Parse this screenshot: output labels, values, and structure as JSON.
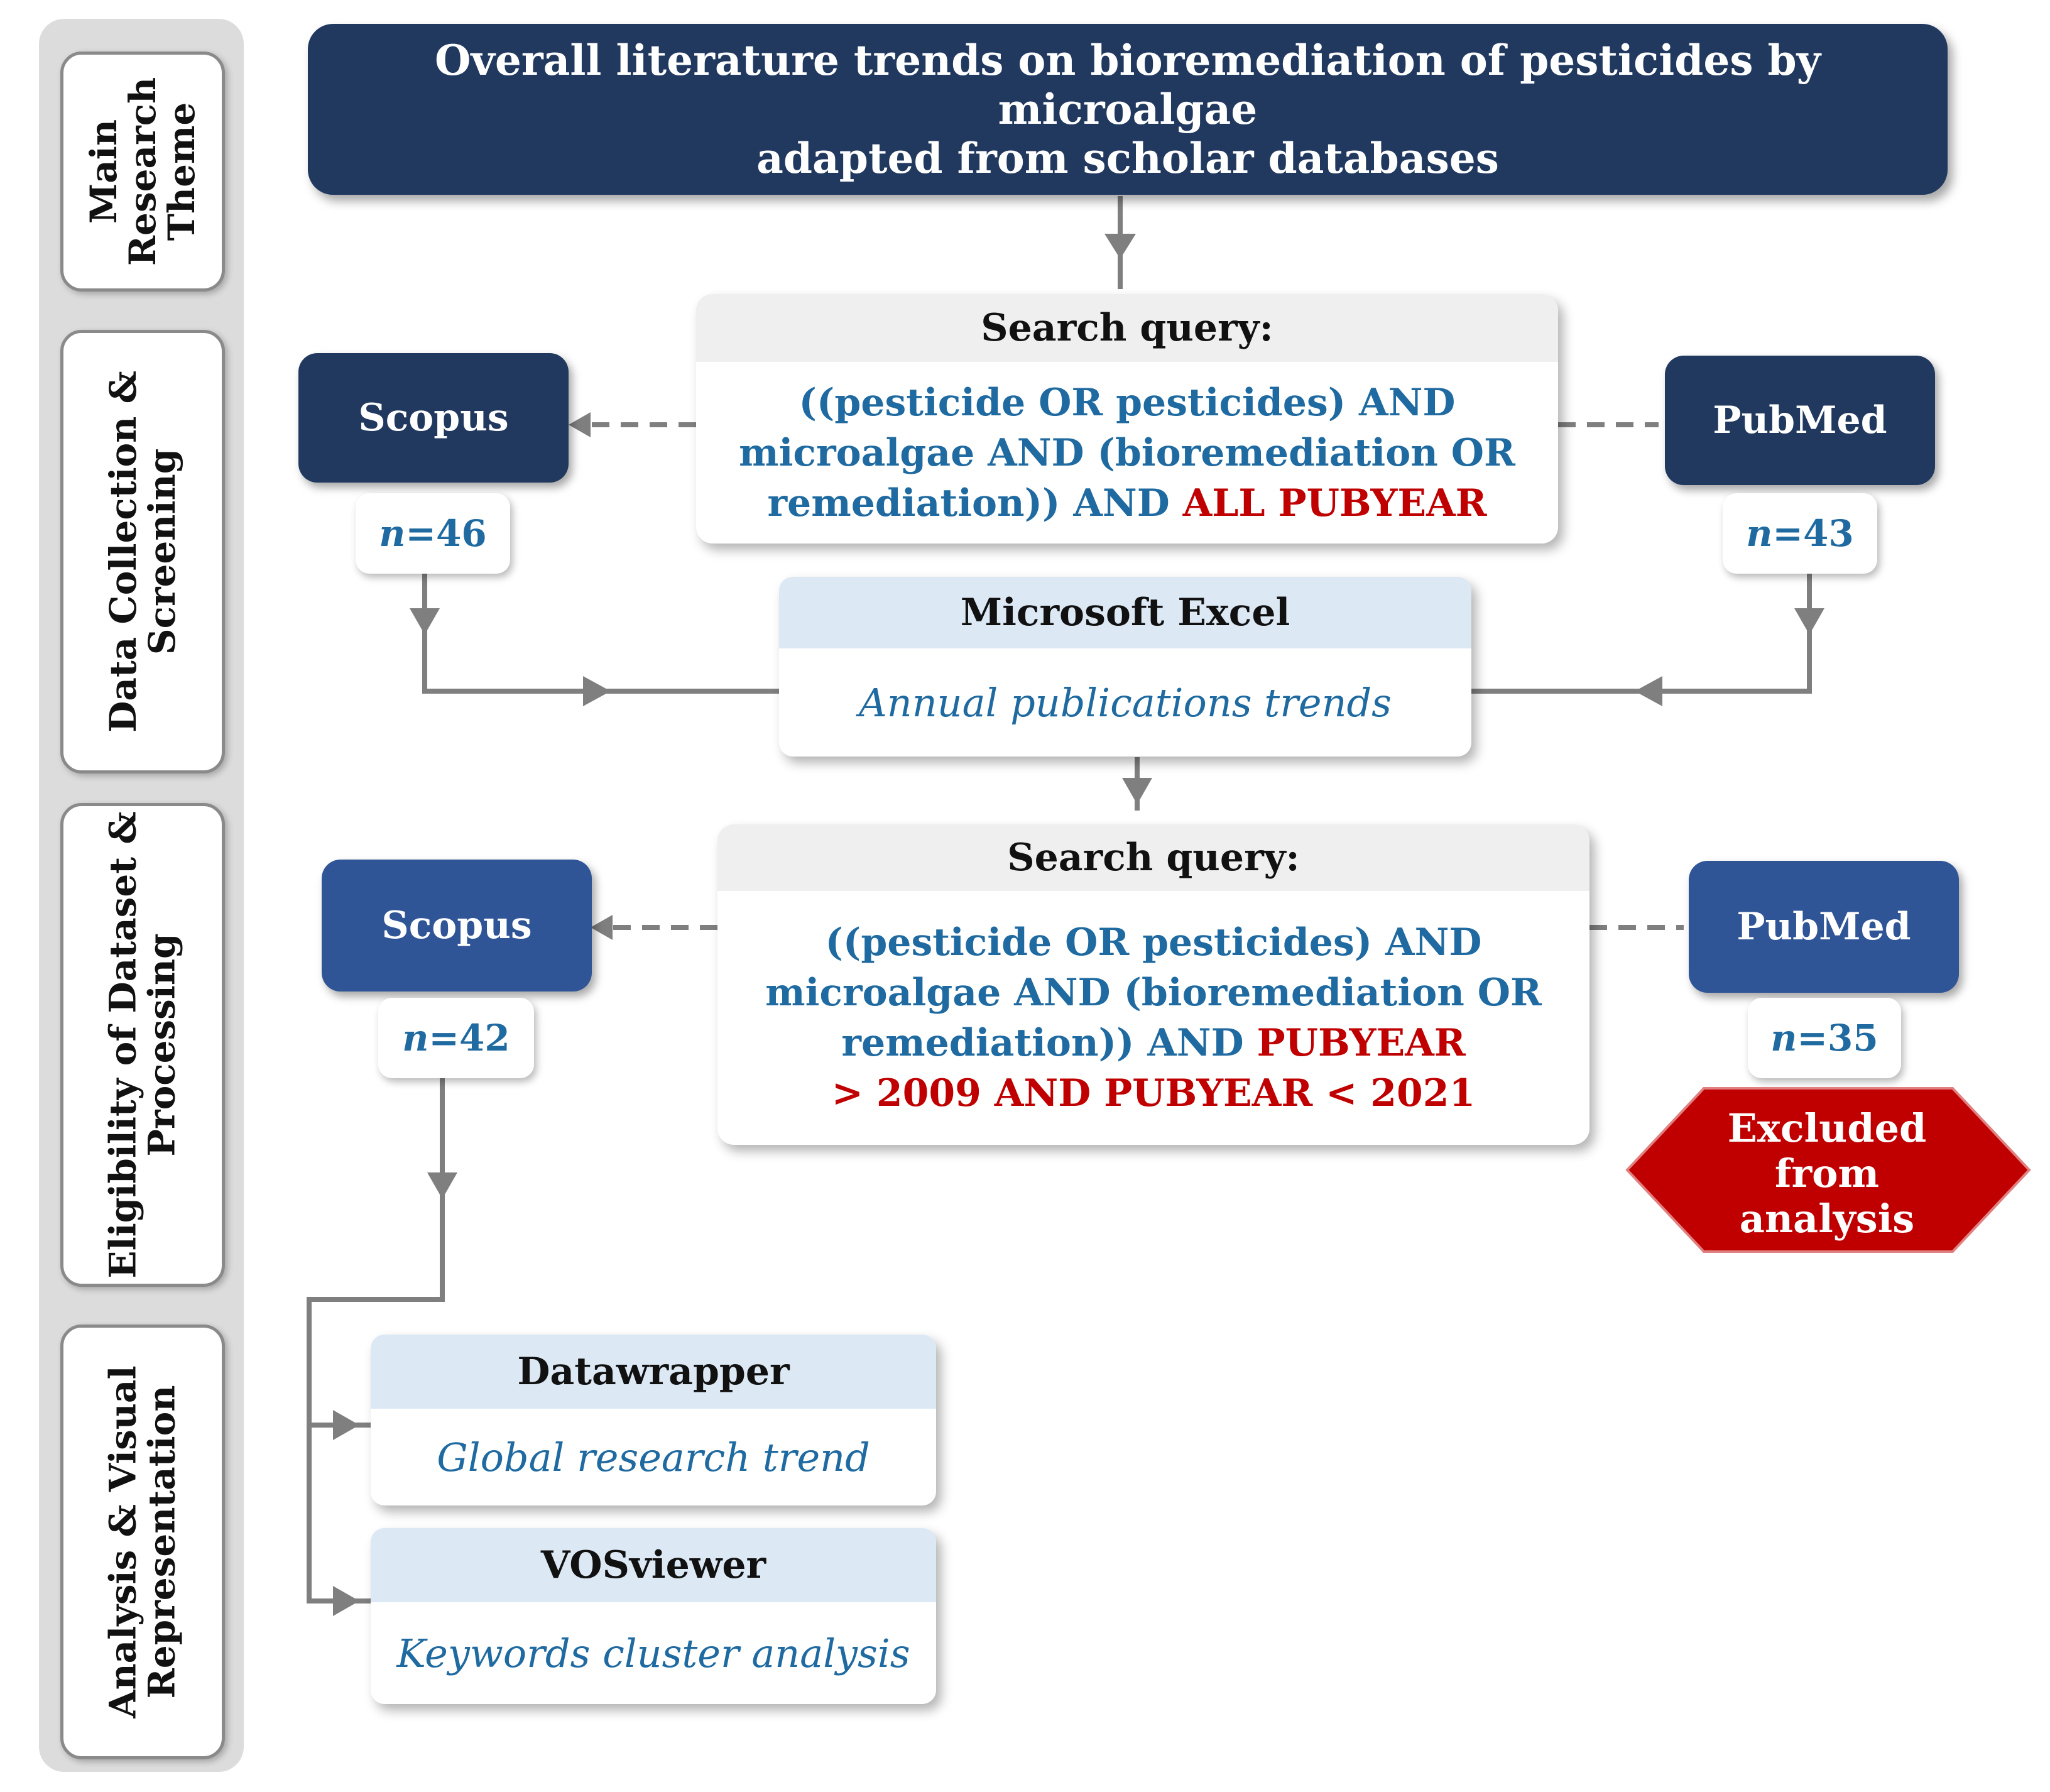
{
  "colors": {
    "dark_navy": "#21395f",
    "mid_blue": "#2f5597",
    "query_blue_text": "#1f6aa0",
    "red_text": "#c00000",
    "excluded_red": "#c00000",
    "connector_gray": "#7f7f7f"
  },
  "stages": [
    {
      "line1": "Main",
      "line2": "Research",
      "line3": "Theme"
    },
    {
      "line1": "Data Collection &",
      "line2": "Screening"
    },
    {
      "line1": "Eligibility of Dataset &",
      "line2": "Processing"
    },
    {
      "line1": "Analysis & Visual",
      "line2": "Representation"
    }
  ],
  "title": {
    "line1": "Overall literature trends on bioremediation of pesticides by microalgae",
    "line2": "adapted from scholar databases"
  },
  "screening": {
    "query_header": "Search query:",
    "query_line1": "((pesticide OR pesticides) AND",
    "query_line2": "microalgae AND (bioremediation OR",
    "query_line3": "remediation)) AND",
    "query_red": "ALL PUBYEAR",
    "scopus_label": "Scopus",
    "scopus_n_italic": "n",
    "scopus_n_value": "=46",
    "pubmed_label": "PubMed",
    "pubmed_n_italic": "n",
    "pubmed_n_value": "=43"
  },
  "excel": {
    "name": "Microsoft Excel",
    "task": "Annual publications trends"
  },
  "eligibility": {
    "query_header": "Search query:",
    "query_line1": "((pesticide OR pesticides) AND",
    "query_line2": "microalgae AND (bioremediation OR",
    "query_line3": "remediation)) AND",
    "query_red1": "PUBYEAR",
    "query_red2": "> 2009 AND PUBYEAR < 2021",
    "scopus_label": "Scopus",
    "scopus_n_italic": "n",
    "scopus_n_value": "=42",
    "pubmed_label": "PubMed",
    "pubmed_n_italic": "n",
    "pubmed_n_value": "=35",
    "excluded_line1": "Excluded",
    "excluded_line2": "from",
    "excluded_line3": "analysis"
  },
  "analysis": {
    "datawrapper_name": "Datawrapper",
    "datawrapper_task": "Global research trend",
    "vosviewer_name": "VOSviewer",
    "vosviewer_task": "Keywords cluster analysis"
  }
}
